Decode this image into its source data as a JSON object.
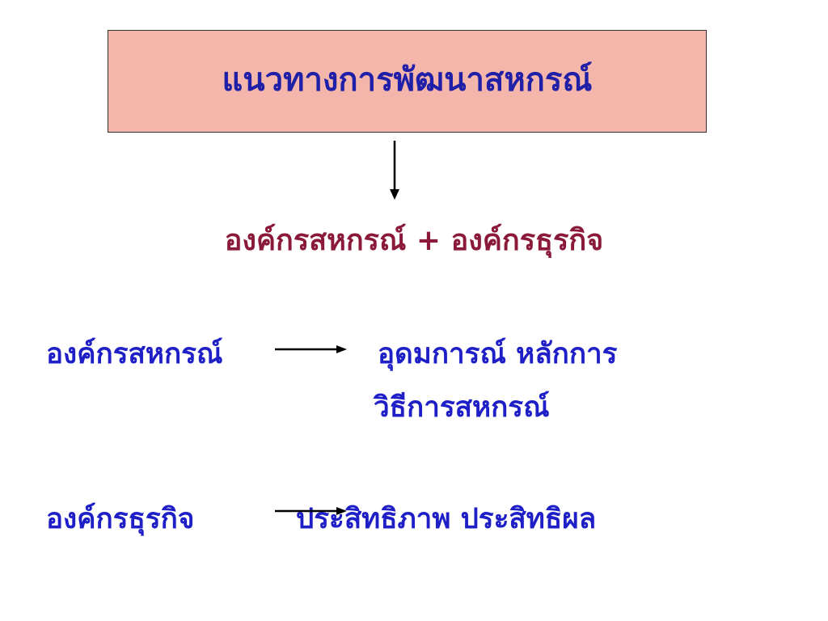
{
  "title": "แนวทางการพัฒนาสหกรณ์",
  "subtitle": "องค์กรสหกรณ์ + องค์กรธุรกิจ",
  "rows": [
    {
      "label": "องค์กรสหกรณ์",
      "values": [
        "อุดมการณ์ หลักการ",
        "วิธีการสหกรณ์"
      ]
    },
    {
      "label": "องค์กรธุรกิจ",
      "values": [
        "ประสิทธิภาพ ประสิทธิผล"
      ]
    }
  ],
  "colors": {
    "title_box_fill": "#F4B6AA",
    "title_text": "#1F1FA8",
    "subtitle_text": "#8B1A3A",
    "row_text": "#1F1FC8",
    "arrow": "#000000"
  }
}
